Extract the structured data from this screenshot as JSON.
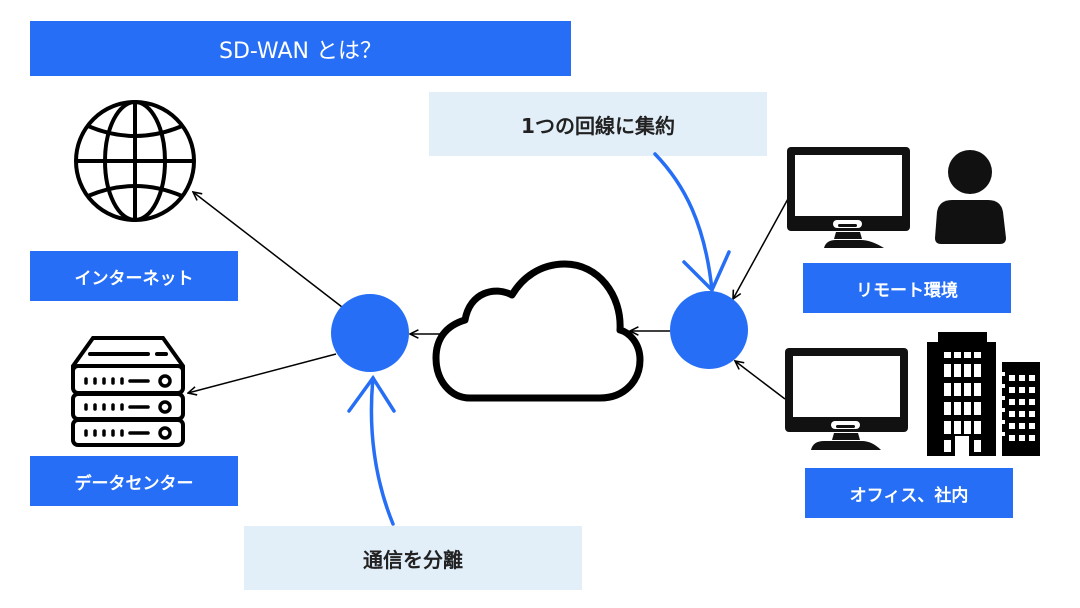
{
  "title": "SD-WAN とは？",
  "labels": {
    "internet": "インターネット",
    "datacenter": "データセンター",
    "remote": "リモート環境",
    "office": "オフィス、社内"
  },
  "notes": {
    "aggregate": "1つの回線に集約",
    "separate": "通信を分離"
  },
  "icons": {
    "internet": "globe-icon",
    "datacenter": "server-icon",
    "cloud": "cloud-icon",
    "remote_pc": "monitor-icon",
    "remote_user": "user-icon",
    "office_pc": "monitor-icon",
    "office_building": "building-icon"
  },
  "colors": {
    "accent": "#256ef5",
    "note_bg": "#e2eff9",
    "line": "#000000"
  }
}
